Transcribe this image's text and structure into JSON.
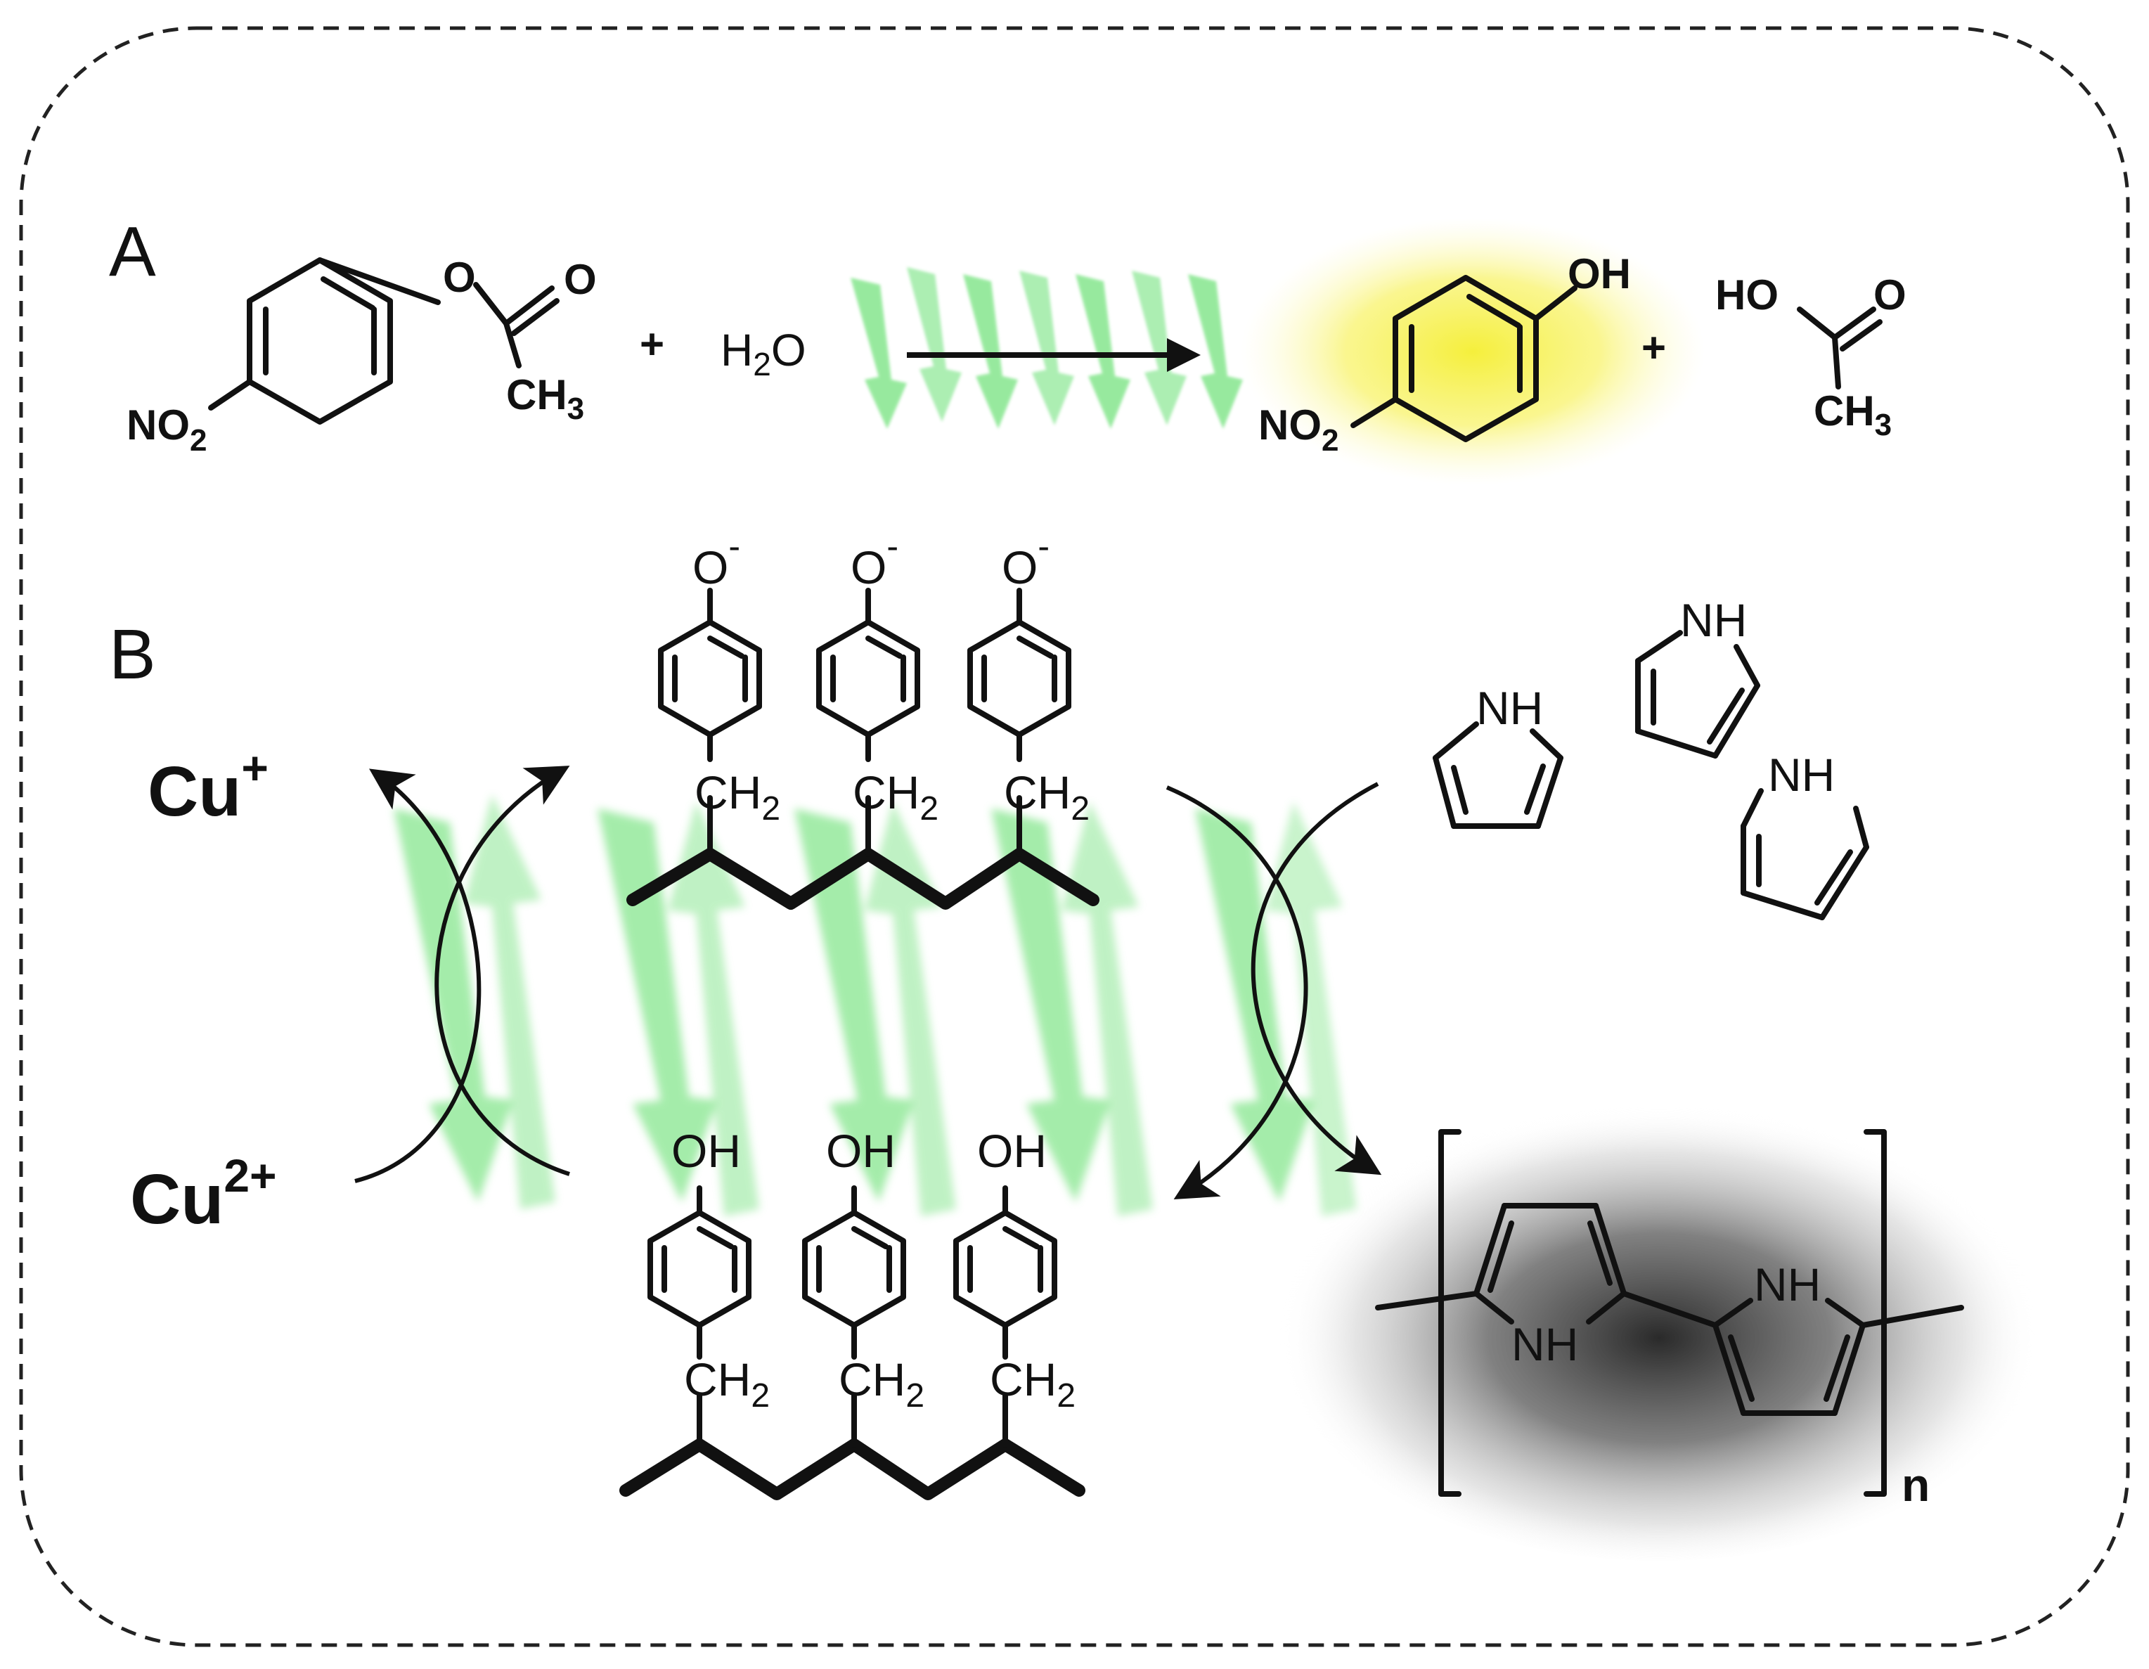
{
  "panel_a": {
    "letter": "A",
    "reactant": {
      "substituent": "NO2",
      "ester_o": "O",
      "carbonyl_o": "O",
      "methyl": "CH3"
    },
    "plus_1": "+",
    "water": "H2O",
    "product": {
      "substituent": "NO2",
      "hydroxyl": "OH"
    },
    "plus_2": "+",
    "acid": {
      "hydroxyl": "HO",
      "carbonyl_o": "O",
      "methyl": "CH3"
    },
    "colors": {
      "beta_sheet": "#86e68e",
      "product_glow": "#f5ef3c"
    }
  },
  "panel_b": {
    "letter": "B",
    "cu_plus": {
      "symbol": "Cu",
      "charge": "+"
    },
    "cu_2plus": {
      "symbol": "Cu",
      "charge": "2+"
    },
    "oxidized_polymer": {
      "phenoxide": [
        {
          "o": "O",
          "charge": "-"
        },
        {
          "o": "O",
          "charge": "-"
        },
        {
          "o": "O",
          "charge": "-"
        }
      ],
      "linkers": [
        {
          "ch": "CH",
          "sub": "2"
        },
        {
          "ch": "CH",
          "sub": "2"
        },
        {
          "ch": "CH",
          "sub": "2"
        }
      ]
    },
    "reduced_polymer": {
      "phenols": [
        "OH",
        "OH",
        "OH"
      ],
      "linkers": [
        {
          "ch": "CH",
          "sub": "2"
        },
        {
          "ch": "CH",
          "sub": "2"
        },
        {
          "ch": "CH",
          "sub": "2"
        }
      ]
    },
    "pyrrole_monomers": [
      "NH",
      "NH",
      "NH"
    ],
    "polypyrrole": {
      "nh_left": "NH",
      "nh_right": "NH",
      "repeat": "n"
    },
    "colors": {
      "beta_sheet": "#86e68e",
      "polymer_glow": "#333333"
    }
  }
}
